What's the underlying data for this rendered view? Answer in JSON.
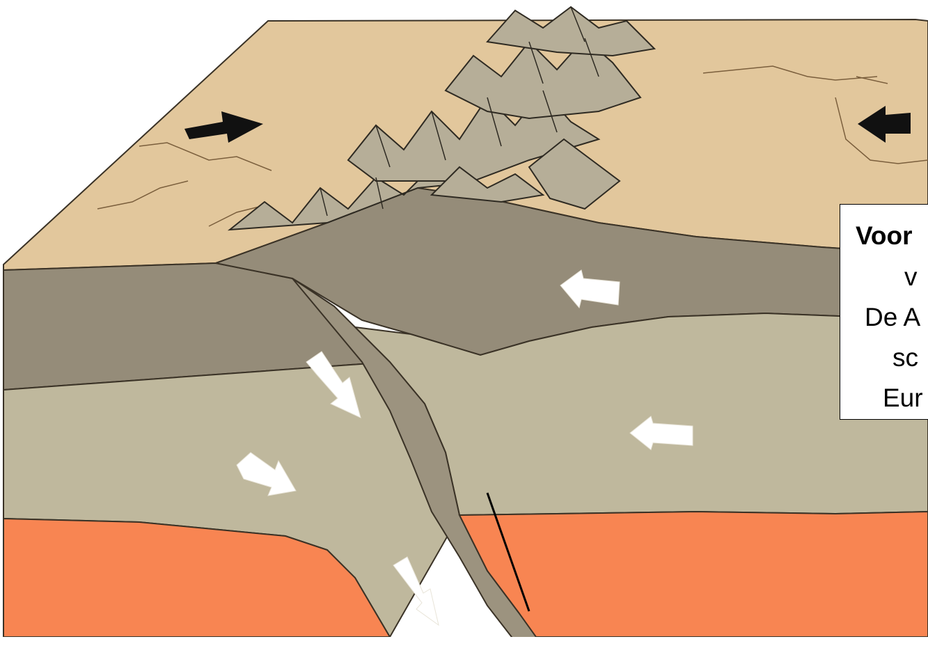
{
  "diagram": {
    "callout": {
      "title": "Voor",
      "lines": [
        "v",
        "De A",
        "sc",
        "Eur"
      ]
    },
    "colors": {
      "surface": "#e2c79c",
      "upper_layer": "#958c79",
      "middle_layer": "#bfb89d",
      "mantle": "#f88552",
      "mountains": "#b6ae98",
      "outline": "#3a3226",
      "arrow_dark": "#111111",
      "arrow_light": "#ffffff"
    }
  }
}
